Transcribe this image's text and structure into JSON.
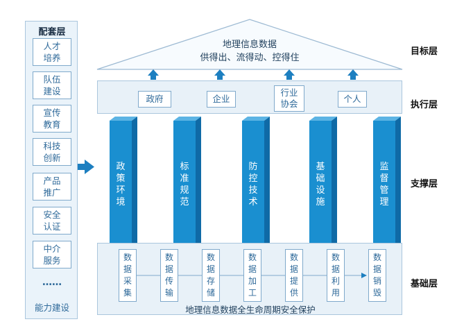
{
  "side_panel": {
    "title": "配套层",
    "items": [
      {
        "l1": "人才",
        "l2": "培养"
      },
      {
        "l1": "队伍",
        "l2": "建设"
      },
      {
        "l1": "宣传",
        "l2": "教育"
      },
      {
        "l1": "科技",
        "l2": "创新"
      },
      {
        "l1": "产品",
        "l2": "推广"
      },
      {
        "l1": "安全",
        "l2": "认证"
      },
      {
        "l1": "中介",
        "l2": "服务"
      }
    ],
    "ellipsis": "……",
    "bottom_label": "能力建设"
  },
  "roof": {
    "line1": "地理信息数据",
    "line2": "供得出、流得动、控得住"
  },
  "execution": {
    "items": [
      {
        "l1": "政府",
        "l2": ""
      },
      {
        "l1": "企业",
        "l2": ""
      },
      {
        "l1": "行业",
        "l2": "协会"
      },
      {
        "l1": "个人",
        "l2": ""
      }
    ]
  },
  "pillars": [
    {
      "l1": "政",
      "l2": "策",
      "l3": "环",
      "l4": "境"
    },
    {
      "l1": "标",
      "l2": "准",
      "l3": "规",
      "l4": "范"
    },
    {
      "l1": "防",
      "l2": "控",
      "l3": "技",
      "l4": "术"
    },
    {
      "l1": "基",
      "l2": "础",
      "l3": "设",
      "l4": "施"
    },
    {
      "l1": "监",
      "l2": "督",
      "l3": "管",
      "l4": "理"
    }
  ],
  "base": {
    "steps": [
      {
        "c1": "数",
        "c2": "据",
        "c3": "采",
        "c4": "集"
      },
      {
        "c1": "数",
        "c2": "据",
        "c3": "传",
        "c4": "输"
      },
      {
        "c1": "数",
        "c2": "据",
        "c3": "存",
        "c4": "储"
      },
      {
        "c1": "数",
        "c2": "据",
        "c3": "加",
        "c4": "工"
      },
      {
        "c1": "数",
        "c2": "据",
        "c3": "提",
        "c4": "供"
      },
      {
        "c1": "数",
        "c2": "据",
        "c3": "利",
        "c4": "用"
      },
      {
        "c1": "数",
        "c2": "据",
        "c3": "销",
        "c4": "毁"
      }
    ],
    "caption": "地理信息数据全生命周期安全保护"
  },
  "layers": {
    "goal": "目标层",
    "execution": "执行层",
    "support": "支撑层",
    "foundation": "基础层"
  },
  "colors": {
    "pillar_front": "#1a8fd0",
    "pillar_side": "#0f6aa6",
    "arrow": "#1d7fc0",
    "band_fill": "#e8f1f8",
    "band_border": "#aac6dd"
  }
}
